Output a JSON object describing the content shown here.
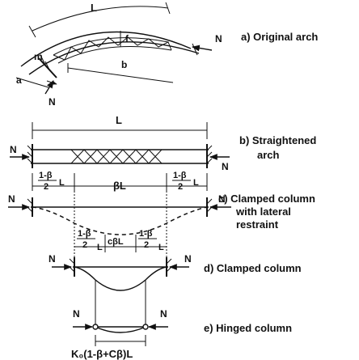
{
  "captions": {
    "a": "a) Original arch",
    "b1": "b) Straightened",
    "b2": "arch",
    "c1": "c) Clamped column",
    "c2": "with lateral",
    "c3": "restraint",
    "d": "d) Clamped column",
    "e": "e) Hinged column"
  },
  "symbols": {
    "L": "L",
    "N": "N",
    "f": "f",
    "b": "b",
    "a": "a",
    "betaL": "βL",
    "cbetaL": "cβL",
    "frac_num": "1-β",
    "frac_den": "2",
    "frac_L": "L",
    "effective_length": "K₀(1-β+Cβ)L"
  }
}
